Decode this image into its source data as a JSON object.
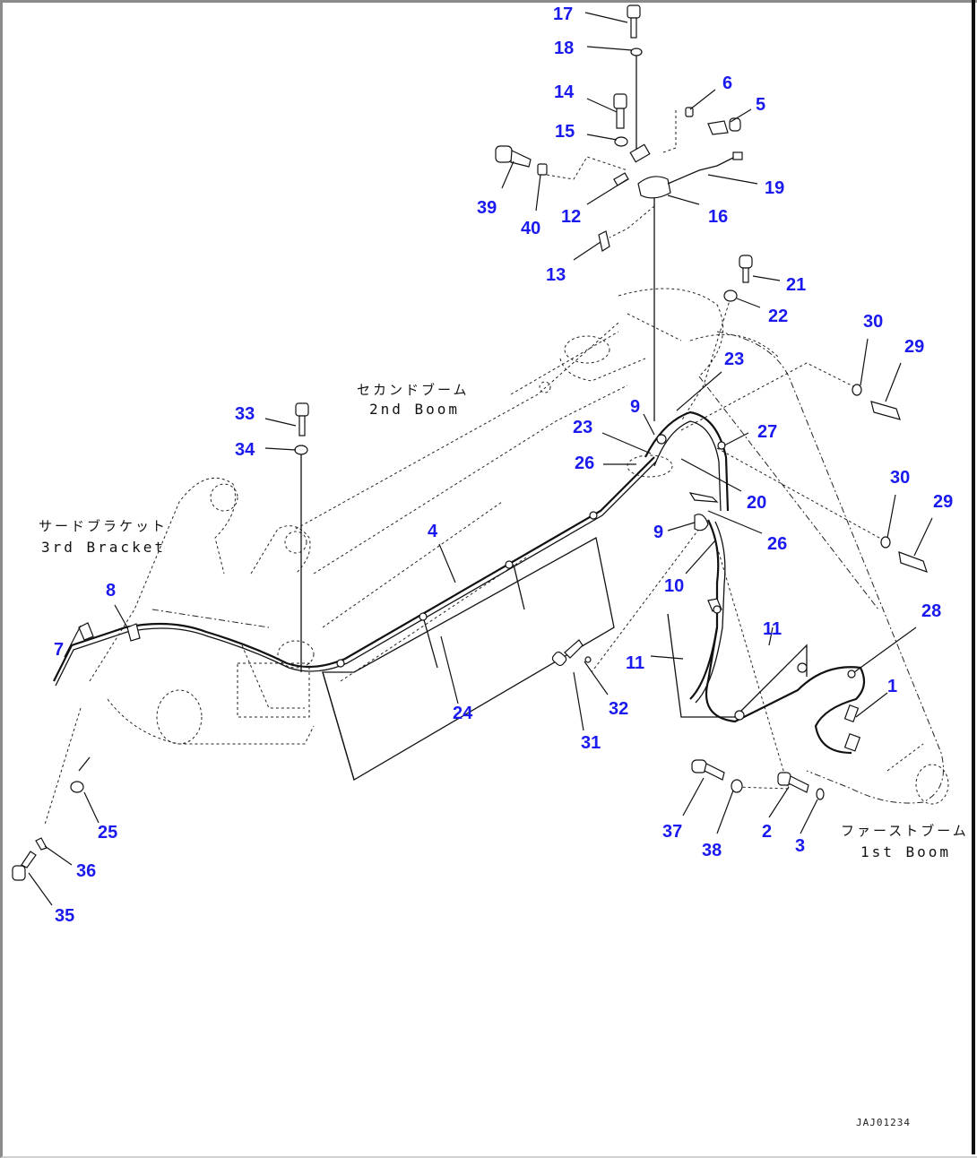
{
  "diagram": {
    "labels": {
      "second_boom_jp": "セカンドブーム",
      "second_boom_en": "2nd Boom",
      "third_bracket_jp": "サードブラケット",
      "third_bracket_en": "3rd Bracket",
      "first_boom_jp": "ファーストブーム",
      "first_boom_en": "1st Boom"
    },
    "drawing_code": "JAJ01234",
    "callouts": [
      {
        "id": "c17",
        "text": "17"
      },
      {
        "id": "c18",
        "text": "18"
      },
      {
        "id": "c14",
        "text": "14"
      },
      {
        "id": "c15",
        "text": "15"
      },
      {
        "id": "c6",
        "text": "6"
      },
      {
        "id": "c5",
        "text": "5"
      },
      {
        "id": "c39",
        "text": "39"
      },
      {
        "id": "c40",
        "text": "40"
      },
      {
        "id": "c12",
        "text": "12"
      },
      {
        "id": "c16",
        "text": "16"
      },
      {
        "id": "c19",
        "text": "19"
      },
      {
        "id": "c13",
        "text": "13"
      },
      {
        "id": "c21",
        "text": "21"
      },
      {
        "id": "c22",
        "text": "22"
      },
      {
        "id": "c30a",
        "text": "30"
      },
      {
        "id": "c29a",
        "text": "29"
      },
      {
        "id": "c23a",
        "text": "23"
      },
      {
        "id": "c9a",
        "text": "9"
      },
      {
        "id": "c27",
        "text": "27"
      },
      {
        "id": "c23b",
        "text": "23"
      },
      {
        "id": "c26a",
        "text": "26"
      },
      {
        "id": "c20",
        "text": "20"
      },
      {
        "id": "c9b",
        "text": "9"
      },
      {
        "id": "c26b",
        "text": "26"
      },
      {
        "id": "c30b",
        "text": "30"
      },
      {
        "id": "c29b",
        "text": "29"
      },
      {
        "id": "c33",
        "text": "33"
      },
      {
        "id": "c34",
        "text": "34"
      },
      {
        "id": "c4",
        "text": "4"
      },
      {
        "id": "c10",
        "text": "10"
      },
      {
        "id": "c8",
        "text": "8"
      },
      {
        "id": "c7",
        "text": "7"
      },
      {
        "id": "c11a",
        "text": "11"
      },
      {
        "id": "c11b",
        "text": "11"
      },
      {
        "id": "c28",
        "text": "28"
      },
      {
        "id": "c1",
        "text": "1"
      },
      {
        "id": "c24",
        "text": "24"
      },
      {
        "id": "c32",
        "text": "32"
      },
      {
        "id": "c31",
        "text": "31"
      },
      {
        "id": "c25",
        "text": "25"
      },
      {
        "id": "c36",
        "text": "36"
      },
      {
        "id": "c35",
        "text": "35"
      },
      {
        "id": "c37",
        "text": "37"
      },
      {
        "id": "c38",
        "text": "38"
      },
      {
        "id": "c2",
        "text": "2"
      },
      {
        "id": "c3",
        "text": "3"
      }
    ]
  }
}
